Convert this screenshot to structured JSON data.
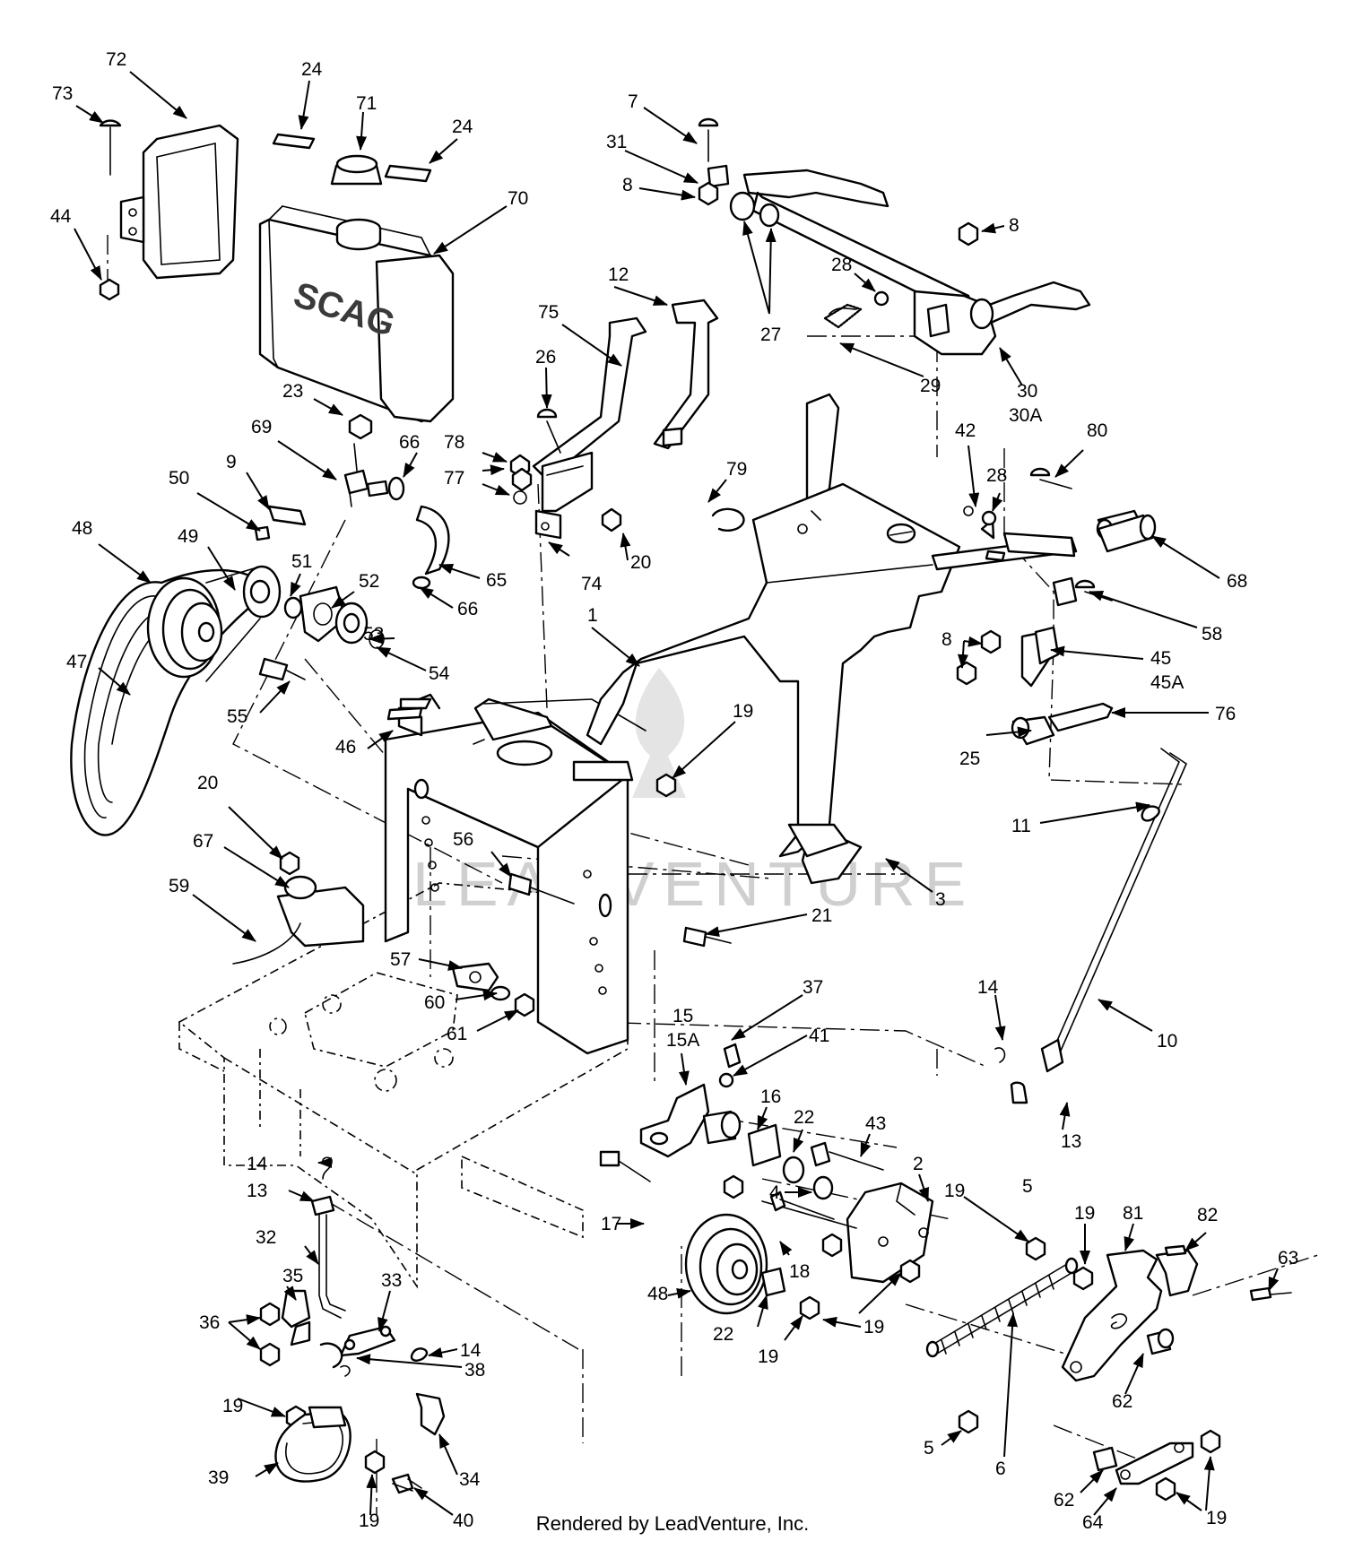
{
  "diagram": {
    "brand_text": "SCAG",
    "watermark_text": "LEADVENTURE",
    "footer": "Rendered by LeadVenture, Inc.",
    "arrow_color": "#000000",
    "callouts": [
      {
        "label": "72"
      },
      {
        "label": "73"
      },
      {
        "label": "44"
      },
      {
        "label": "24"
      },
      {
        "label": "71"
      },
      {
        "label": "24"
      },
      {
        "label": "70"
      },
      {
        "label": "7"
      },
      {
        "label": "31"
      },
      {
        "label": "8"
      },
      {
        "label": "27"
      },
      {
        "label": "8"
      },
      {
        "label": "28"
      },
      {
        "label": "29"
      },
      {
        "label": "30"
      },
      {
        "label": "30A"
      },
      {
        "label": "12"
      },
      {
        "label": "75"
      },
      {
        "label": "26"
      },
      {
        "label": "23"
      },
      {
        "label": "69"
      },
      {
        "label": "66"
      },
      {
        "label": "78"
      },
      {
        "label": "77"
      },
      {
        "label": "79"
      },
      {
        "label": "9"
      },
      {
        "label": "50"
      },
      {
        "label": "48"
      },
      {
        "label": "49"
      },
      {
        "label": "51"
      },
      {
        "label": "52"
      },
      {
        "label": "65"
      },
      {
        "label": "66"
      },
      {
        "label": "20"
      },
      {
        "label": "74"
      },
      {
        "label": "42"
      },
      {
        "label": "28"
      },
      {
        "label": "80"
      },
      {
        "label": "68"
      },
      {
        "label": "53"
      },
      {
        "label": "54"
      },
      {
        "label": "47"
      },
      {
        "label": "55"
      },
      {
        "label": "1"
      },
      {
        "label": "58"
      },
      {
        "label": "8"
      },
      {
        "label": "45"
      },
      {
        "label": "45A"
      },
      {
        "label": "46"
      },
      {
        "label": "19"
      },
      {
        "label": "76"
      },
      {
        "label": "25"
      },
      {
        "label": "20"
      },
      {
        "label": "67"
      },
      {
        "label": "59"
      },
      {
        "label": "56"
      },
      {
        "label": "11"
      },
      {
        "label": "3"
      },
      {
        "label": "21"
      },
      {
        "label": "57"
      },
      {
        "label": "60"
      },
      {
        "label": "61"
      },
      {
        "label": "15"
      },
      {
        "label": "15A"
      },
      {
        "label": "37"
      },
      {
        "label": "41"
      },
      {
        "label": "14"
      },
      {
        "label": "10"
      },
      {
        "label": "16"
      },
      {
        "label": "22"
      },
      {
        "label": "43"
      },
      {
        "label": "13"
      },
      {
        "label": "14"
      },
      {
        "label": "2"
      },
      {
        "label": "13"
      },
      {
        "label": "4"
      },
      {
        "label": "17"
      },
      {
        "label": "19"
      },
      {
        "label": "5"
      },
      {
        "label": "19"
      },
      {
        "label": "81"
      },
      {
        "label": "82"
      },
      {
        "label": "32"
      },
      {
        "label": "18"
      },
      {
        "label": "48"
      },
      {
        "label": "33"
      },
      {
        "label": "35"
      },
      {
        "label": "63"
      },
      {
        "label": "36"
      },
      {
        "label": "22"
      },
      {
        "label": "19"
      },
      {
        "label": "14"
      },
      {
        "label": "19"
      },
      {
        "label": "38"
      },
      {
        "label": "6"
      },
      {
        "label": "62"
      },
      {
        "label": "19"
      },
      {
        "label": "5"
      },
      {
        "label": "34"
      },
      {
        "label": "39"
      },
      {
        "label": "19"
      },
      {
        "label": "40"
      },
      {
        "label": "62"
      },
      {
        "label": "64"
      },
      {
        "label": "19"
      }
    ]
  }
}
